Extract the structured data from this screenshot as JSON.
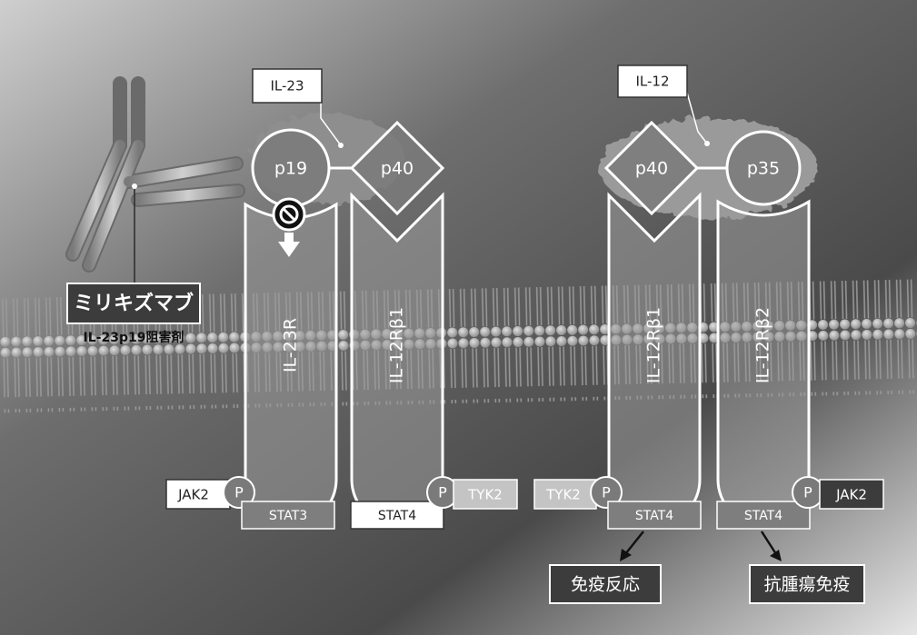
{
  "drug": {
    "name": "ミリキズマブ",
    "subtitle": "IL-23p19阻害剤"
  },
  "il23": {
    "label": "IL-23",
    "p19": "p19",
    "p40": "p40",
    "receptor1": "IL-23R",
    "receptor2": "IL-12Rβ1",
    "kinase_left": "JAK2",
    "kinase_right": "TYK2",
    "stat_left": "STAT3",
    "stat_right": "STAT4"
  },
  "il12": {
    "label": "IL-12",
    "p40": "p40",
    "p35": "p35",
    "receptor1": "IL-12Rβ1",
    "receptor2": "IL-12Rβ2",
    "kinase_left": "TYK2",
    "kinase_right": "JAK2",
    "stat_left": "STAT4",
    "stat_right": "STAT4"
  },
  "phospho": "P",
  "outcomes": {
    "left": "免疫反応",
    "right": "抗腫瘍免疫"
  },
  "icons": {
    "inhibit": "no-entry-icon",
    "arrow": "down-arrow-icon"
  },
  "colors": {
    "bg_dark": "#3a3a3a",
    "bg_light": "#dcdcdc",
    "label_box": "#3c3c3c",
    "phospho_circle": "#7a7a7a",
    "light_box": "#c4c4c4"
  }
}
